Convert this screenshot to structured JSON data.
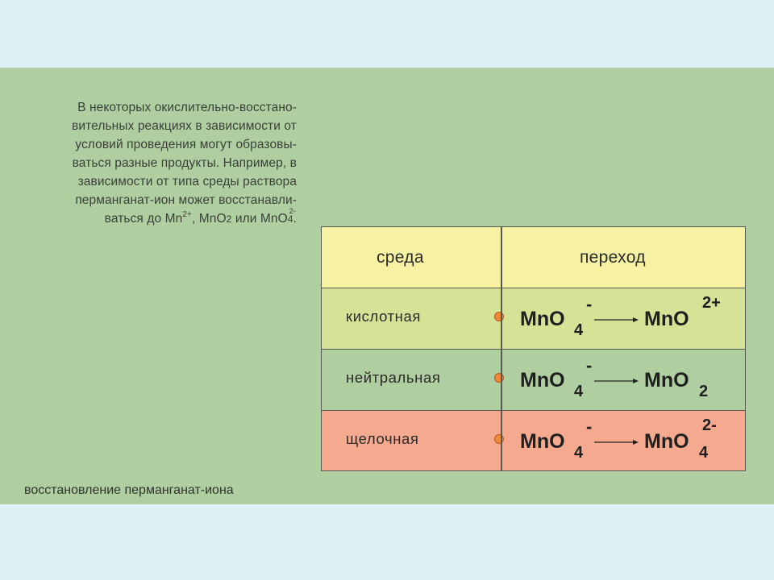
{
  "intro_lines": [
    "В некоторых окислительно-восстано-",
    "вительных реакциях в зависимости от",
    "условий проведения могут образовы-",
    "ваться разные продукты. Например, в",
    "зависимости от типа среды раствора",
    "перманганат-ион может восстанавли-"
  ],
  "intro_last": {
    "prefix": "ваться до Mn",
    "mn_charge": "2+",
    "sep1": ", MnO",
    "mno2_sub": "2",
    "sep2": " или MnO",
    "mno4_charge": "2-",
    "mno4_sub": "4",
    "end": "."
  },
  "table": {
    "header_env": "среда",
    "header_transition": "переход",
    "rows": [
      {
        "env": "кислотная",
        "reactant": "MnO",
        "reactant_sub": "4",
        "reactant_charge": "-",
        "product": "MnO",
        "product_sub": "",
        "product_charge": "2+"
      },
      {
        "env": "нейтральная",
        "reactant": "MnO",
        "reactant_sub": "4",
        "reactant_charge": "-",
        "product": "MnO",
        "product_sub": "2",
        "product_charge": ""
      },
      {
        "env": "щелочная",
        "reactant": "MnO",
        "reactant_sub": "4",
        "reactant_charge": "-",
        "product": "MnO",
        "product_sub": "4",
        "product_charge": "2-"
      }
    ]
  },
  "caption": "восстановление перманганат-иона",
  "colors": {
    "background": "#ddeef4",
    "panel": "#b0cfa0",
    "header_row": "#f7f2a3",
    "acidic_row": "#d6e397",
    "neutral_row": "#b0cfa0",
    "alkaline_row": "#f5a98f",
    "dot": "#ee8a3a"
  }
}
